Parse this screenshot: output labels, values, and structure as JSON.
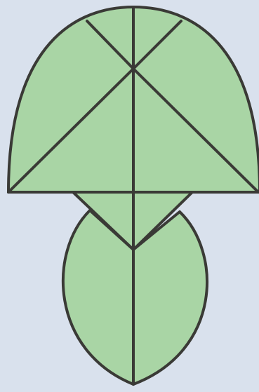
{
  "colors": {
    "background": "#d9e1ed",
    "fill": "#a9d5a5",
    "stroke": "#3a3a36"
  },
  "figure": {
    "description_shapes": [
      "semi-ellipse-cap",
      "inverted-triangle-neck",
      "left-petal",
      "right-petal"
    ]
  }
}
